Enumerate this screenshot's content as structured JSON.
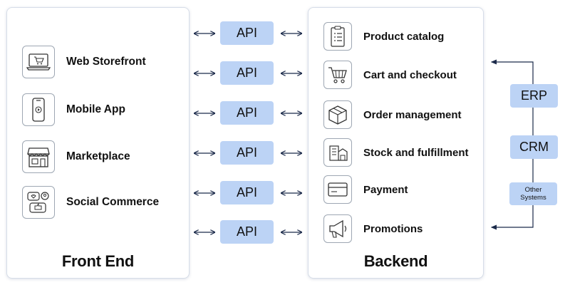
{
  "frontend": {
    "title": "Front End",
    "items": [
      {
        "label": "Web Storefront",
        "icon": "laptop-cart-icon"
      },
      {
        "label": "Mobile App",
        "icon": "smartphone-icon"
      },
      {
        "label": "Marketplace",
        "icon": "storefront-icon"
      },
      {
        "label": "Social Commerce",
        "icon": "social-chat-icon"
      }
    ]
  },
  "api": {
    "labels": [
      "API",
      "API",
      "API",
      "API",
      "API",
      "API"
    ]
  },
  "backend": {
    "title": "Backend",
    "items": [
      {
        "label": "Product catalog",
        "icon": "checklist-icon"
      },
      {
        "label": "Cart and checkout",
        "icon": "cart-icon"
      },
      {
        "label": "Order management",
        "icon": "box-icon"
      },
      {
        "label": "Stock and fulfillment",
        "icon": "warehouse-icon"
      },
      {
        "label": "Payment",
        "icon": "card-icon"
      },
      {
        "label": "Promotions",
        "icon": "megaphone-icon"
      }
    ]
  },
  "systems": {
    "erp": "ERP",
    "crm": "CRM",
    "other_line1": "Other",
    "other_line2": "Systems"
  },
  "colors": {
    "api_fill": "#bcd3f5",
    "arrow": "#1b2a4a",
    "panel_border": "#d6dde8"
  }
}
